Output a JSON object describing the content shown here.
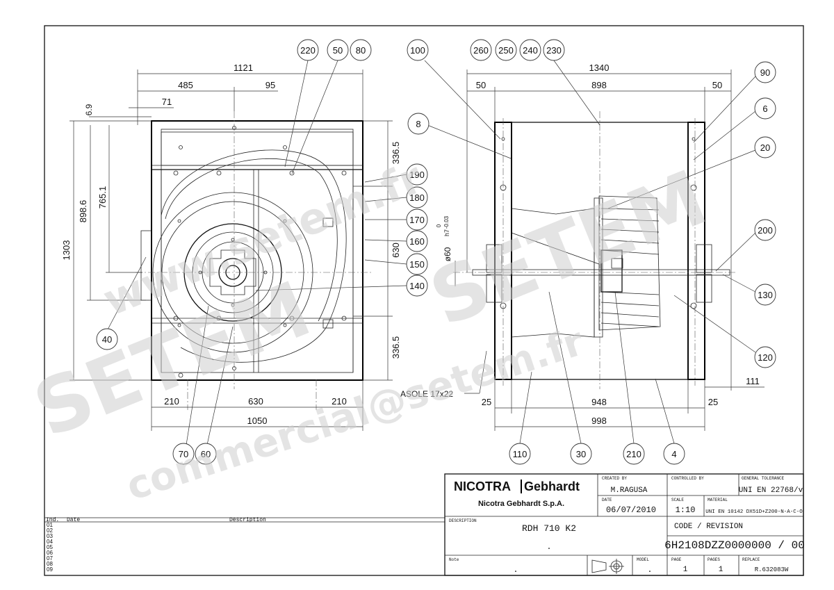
{
  "front_view": {
    "dims": {
      "overall_width": "1121",
      "left_part": "485",
      "offset_95": "95",
      "flange_71": "71",
      "flange_6_9": "6.9",
      "height_1303": "1303",
      "height_898_6": "898.6",
      "height_765_1": "765.1",
      "right_336_5_top": "336.5",
      "right_630": "630",
      "right_336_5_bottom": "336.5",
      "bottom_210_left": "210",
      "bottom_630": "630",
      "bottom_210_right": "210",
      "bottom_1050": "1050"
    },
    "note_slot": "ASOLE 17x22",
    "balloons": [
      "220",
      "50",
      "80",
      "40",
      "70",
      "60",
      "190",
      "180",
      "170",
      "160",
      "150",
      "140"
    ]
  },
  "side_view": {
    "dims": {
      "overall_1340": "1340",
      "left_50": "50",
      "mid_898": "898",
      "right_50": "50",
      "shaft_dia": "ø60",
      "shaft_tol_sup": "0",
      "shaft_tol_sub": "-0.03",
      "shaft_fit": "h7",
      "bottom_25_left": "25",
      "bottom_948": "948",
      "bottom_25_right": "25",
      "bottom_998": "998",
      "shaft_111": "111"
    },
    "balloons": [
      "100",
      "260",
      "250",
      "240",
      "230",
      "90",
      "6",
      "8",
      "20",
      "200",
      "130",
      "120",
      "110",
      "30",
      "210",
      "4"
    ]
  },
  "watermarks": [
    "www.setem.fr",
    "SETEM",
    "SETEM",
    "commercial@setem.fr"
  ],
  "title_block": {
    "company_logo_left": "NICOTRA",
    "company_logo_right": "Gebhardt",
    "company_name": "Nicotra Gebhardt S.p.A.",
    "created_by_label": "CREATED BY",
    "created_by": "M.RAGUSA",
    "controlled_by_label": "CONTROLLED BY",
    "controlled_by": "",
    "general_tolerance_label": "GENERAL TOLERANCE",
    "general_tolerance": "UNI EN 22768/v",
    "date_label": "DATE",
    "date": "06/07/2010",
    "scale_label": "SCALE",
    "scale": "1:10",
    "material_label": "MATERIAL",
    "material": "UNI EN 10142 DX51D+Z200-N-A-C-O",
    "description_label": "DESCRIPTION",
    "description": "RDH 710 K2",
    "description_2": ".",
    "code_revision_label": "CODE / REVISION",
    "code_revision": "6H2108DZZ0000000 / 00",
    "note_label": "Note",
    "note_value": ".",
    "model_label": "MODEL",
    "model_value": ".",
    "page_label": "PAGE",
    "page": "1",
    "pages_label": "PAGES",
    "pages": "1",
    "replace_label": "REPLACE",
    "replace": "R.632083W"
  },
  "revision_table": {
    "header_ind": "Ind.",
    "header_date": "Date",
    "header_description": "Description",
    "rows": [
      "01",
      "02",
      "03",
      "04",
      "05",
      "06",
      "07",
      "08",
      "09"
    ]
  }
}
